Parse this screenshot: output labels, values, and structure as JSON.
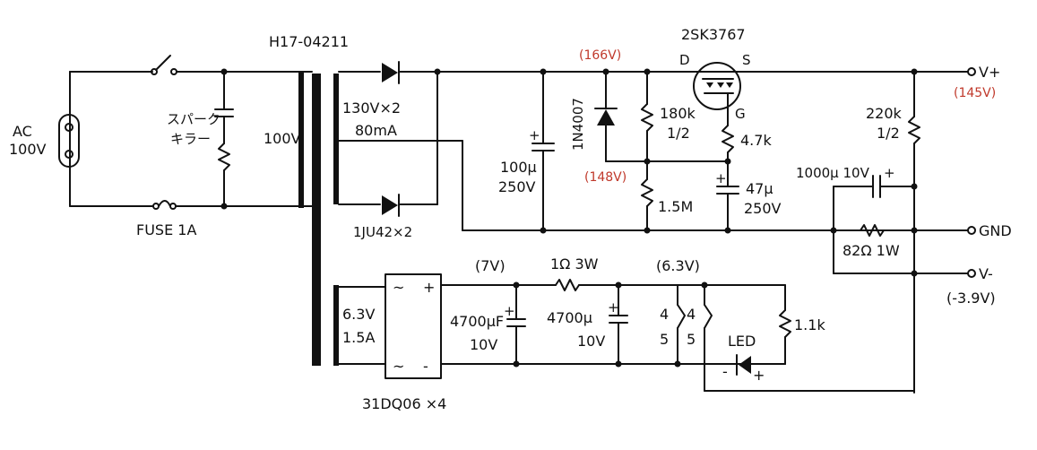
{
  "labels": {
    "ac": "AC",
    "ac_voltage": "100V",
    "spark_killer_1": "スパーク",
    "spark_killer_2": "キラー",
    "fuse": "FUSE 1A",
    "transformer_part": "H17-04211",
    "primary_voltage": "100V",
    "secondary_hv_1": "130V×2",
    "secondary_hv_2": "80mA",
    "rectifier_diode": "1JU42×2",
    "secondary_lv_1": "6.3V",
    "secondary_lv_2": "1.5A",
    "bridge_diodes": "31DQ06 ×4",
    "cap_hv_1": "100μ",
    "cap_hv_2": "250V",
    "diode_1n4007": "1N4007",
    "volt_166": "(166V)",
    "volt_148": "(148V)",
    "res_180k_1": "180k",
    "res_180k_2": "1/2",
    "res_1_5m": "1.5M",
    "mosfet": "2SK3767",
    "pin_d": "D",
    "pin_s": "S",
    "pin_g": "G",
    "res_4_7k": "4.7k",
    "cap_47u_1": "47μ",
    "cap_47u_2": "250V",
    "res_220k_1": "220k",
    "res_220k_2": "1/2",
    "cap_1000u": "1000μ 10V",
    "res_82": "82Ω 1W",
    "v_plus": "V+",
    "v_plus_volt": "(145V)",
    "gnd": "GND",
    "v_minus": "V-",
    "v_minus_volt": "(-3.9V)",
    "volt_7v": "(7V)",
    "res_1r_3w": "1Ω 3W",
    "volt_6_3v": "(6.3V)",
    "cap_4700_a_1": "4700μF",
    "cap_4700_a_2": "10V",
    "cap_4700_b_1": "4700μ",
    "cap_4700_b_2": "10V",
    "heater_pin_4a": "4",
    "heater_pin_5a": "5",
    "heater_pin_4b": "4",
    "heater_pin_5b": "5",
    "led": "LED",
    "res_1_1k": "1.1k",
    "plus": "+",
    "minus": "-",
    "tilde": "~"
  },
  "colors": {
    "ink": "#111111",
    "annotation": "#c0392b"
  }
}
